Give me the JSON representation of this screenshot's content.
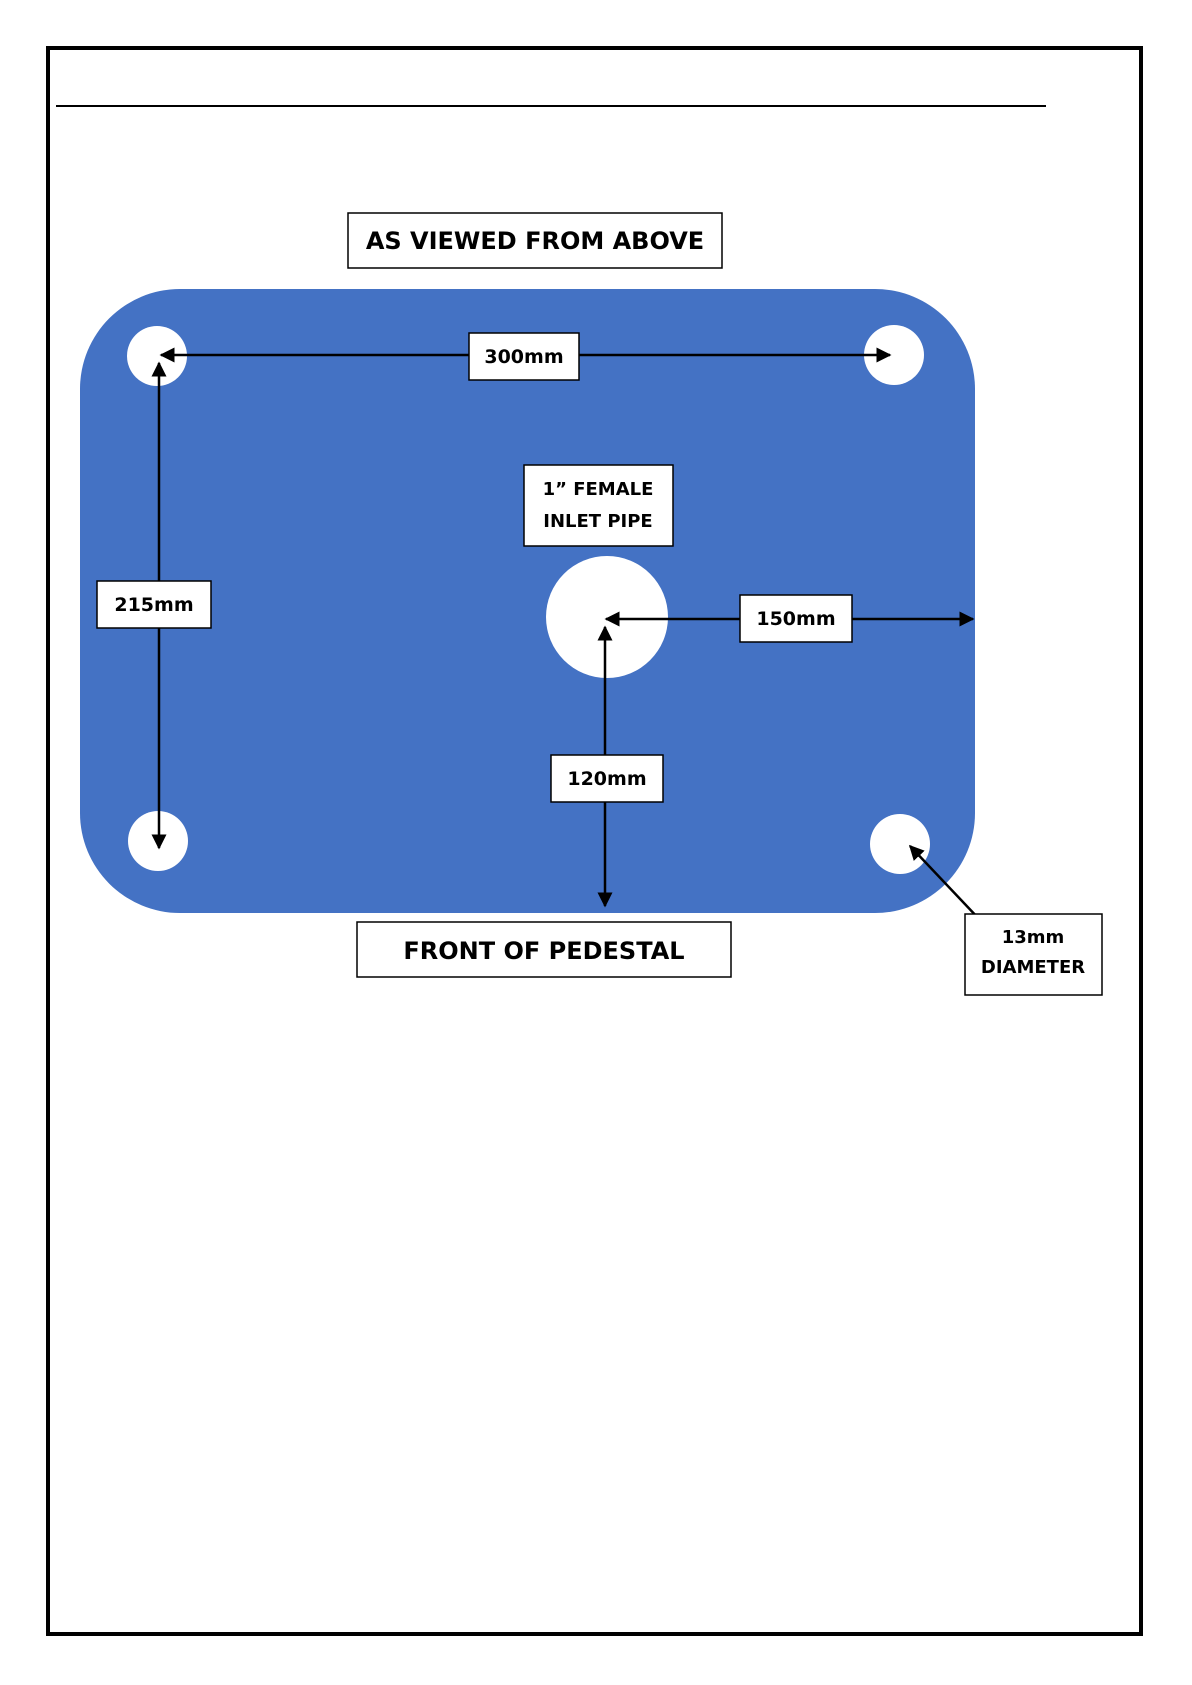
{
  "colors": {
    "plate": "#4472C4",
    "hole": "#ffffff",
    "line": "#000000",
    "border": "#000000",
    "label_background": "#ffffff"
  },
  "labels": {
    "title": "AS VIEWED FROM ABOVE",
    "front": "FRONT OF PEDESTAL",
    "width_dimension": "300mm",
    "depth_dimension": "215mm",
    "inlet_line1": "1” FEMALE",
    "inlet_line2": "INLET PIPE",
    "inlet_side_dimension": "150mm",
    "inlet_front_dimension": "120mm",
    "hole_diameter_line1": "13mm",
    "hole_diameter_line2": "DIAMETER"
  }
}
